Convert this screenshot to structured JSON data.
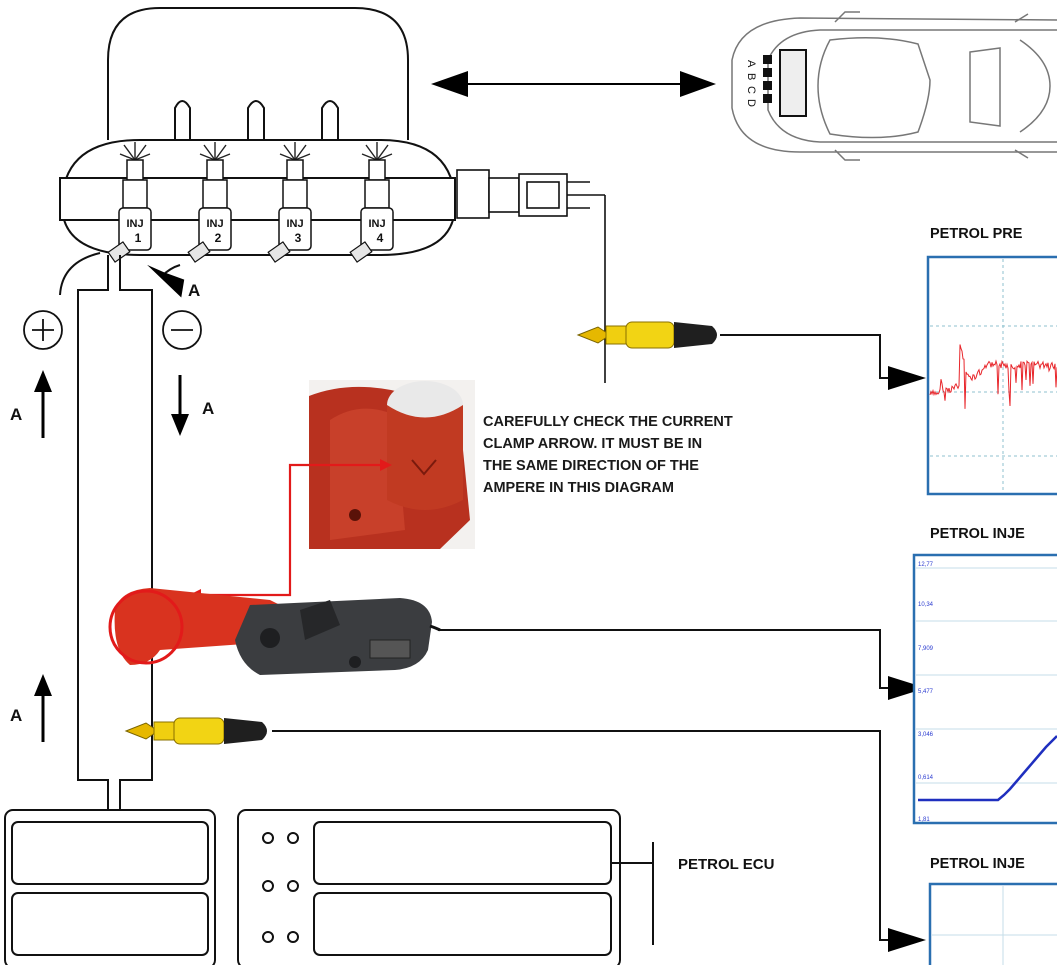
{
  "injectors": [
    {
      "tag": "INJ",
      "num": "1"
    },
    {
      "tag": "INJ",
      "num": "2"
    },
    {
      "tag": "INJ",
      "num": "3"
    },
    {
      "tag": "INJ",
      "num": "4"
    }
  ],
  "current_labels": {
    "a1": "A",
    "a2": "A",
    "a3": "A",
    "a4": "A"
  },
  "car_connector": {
    "letters": [
      "A",
      "B",
      "C",
      "D"
    ]
  },
  "note_lines": [
    "CAREFULLY CHECK THE CURRENT",
    "CLAMP ARROW. IT MUST BE IN",
    "THE SAME DIRECTION OF THE",
    "AMPERE IN THIS DIAGRAM"
  ],
  "ecu_label": "PETROL ECU",
  "scope_titles": {
    "t1": "PETROL PRE",
    "t2": "PETROL INJE",
    "t3": "PETROL INJE"
  },
  "scope2_ticks": [
    "12,77",
    "10,34",
    "7,909",
    "5,477",
    "3,046",
    "0,614",
    "1,81"
  ],
  "colors": {
    "trace_pressure": "#e8262b",
    "trace_current": "#1f2fbf",
    "frame": "#2a6fb0",
    "clamp": "#d9331f",
    "marker": "#e21a1a"
  }
}
